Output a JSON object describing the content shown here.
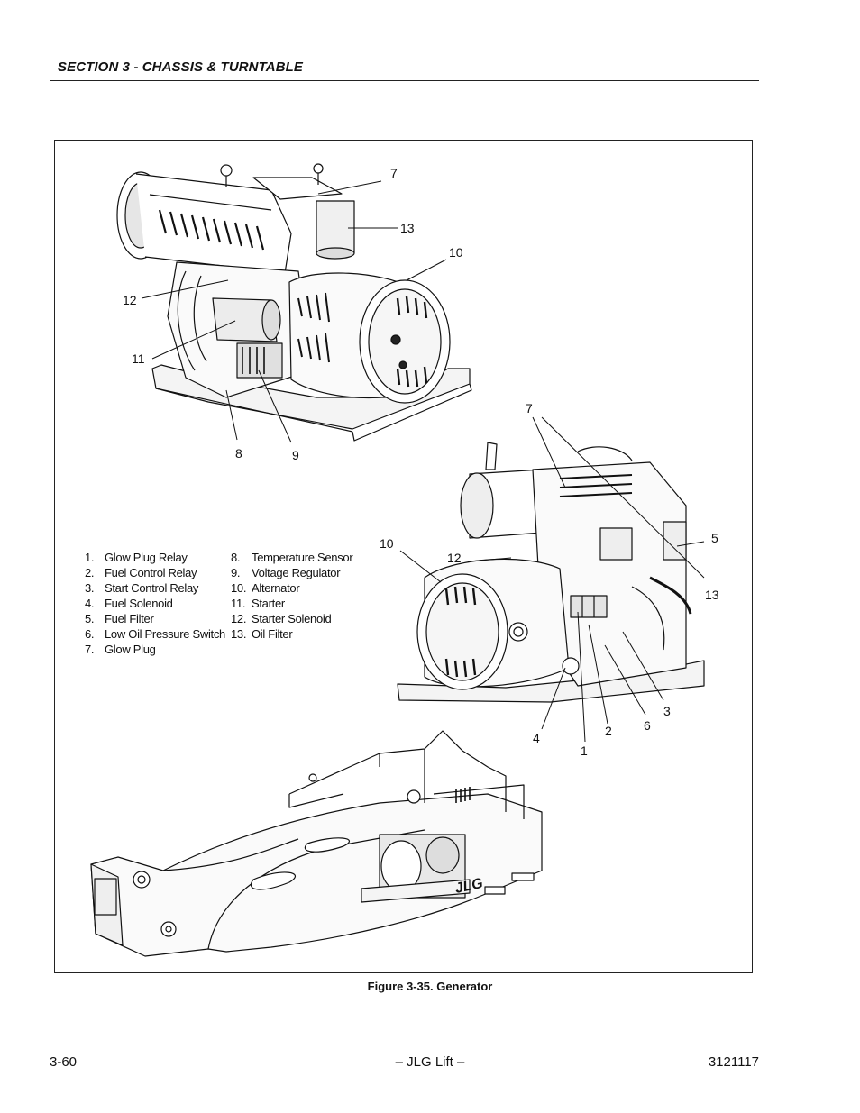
{
  "header": {
    "section_title": "SECTION 3 - CHASSIS & TURNTABLE"
  },
  "figure": {
    "caption": "Figure 3-35.  Generator",
    "top_view_callouts": [
      "7",
      "13",
      "10",
      "12",
      "11",
      "8",
      "9"
    ],
    "side_view_callouts": [
      "7",
      "5",
      "10",
      "12",
      "13",
      "3",
      "6",
      "2",
      "4",
      "1"
    ],
    "legend_left": [
      {
        "num": "1.",
        "label": "Glow Plug Relay"
      },
      {
        "num": "2.",
        "label": "Fuel Control Relay"
      },
      {
        "num": "3.",
        "label": "Start Control Relay"
      },
      {
        "num": "4.",
        "label": "Fuel Solenoid"
      },
      {
        "num": "5.",
        "label": "Fuel Filter"
      },
      {
        "num": "6.",
        "label": "Low Oil Pressure Switch"
      },
      {
        "num": "7.",
        "label": "Glow Plug"
      }
    ],
    "legend_right": [
      {
        "num": "8.",
        "label": "Temperature Sensor"
      },
      {
        "num": "9.",
        "label": "Voltage Regulator"
      },
      {
        "num": "10.",
        "label": "Alternator"
      },
      {
        "num": "11.",
        "label": "Starter"
      },
      {
        "num": "12.",
        "label": "Starter Solenoid"
      },
      {
        "num": "13.",
        "label": "Oil Filter"
      }
    ],
    "logo_text": "JLG"
  },
  "footer": {
    "page_number": "3-60",
    "center": "– JLG Lift –",
    "doc_number": "3121117"
  }
}
